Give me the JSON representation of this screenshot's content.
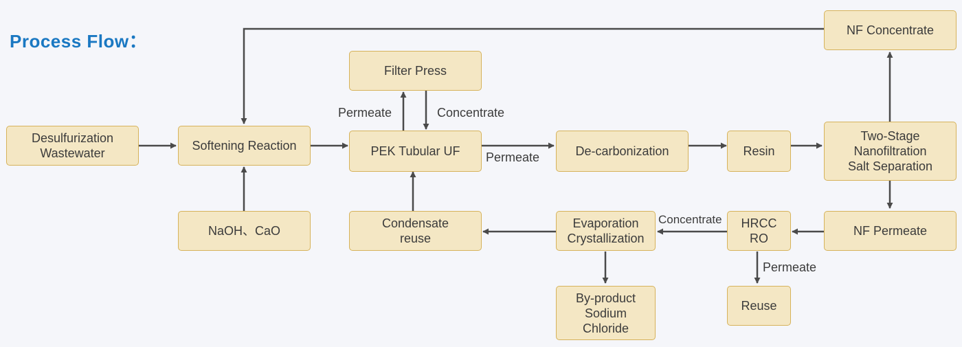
{
  "title": "Process Flow：",
  "nodes": {
    "desulfurization": "Desulfurization\nWastewater",
    "softening": "Softening Reaction",
    "naoh_cao": "NaOH、CaO",
    "filter_press": "Filter Press",
    "pek_uf": "PEK Tubular UF",
    "condensate": "Condensate\nreuse",
    "decarbonization": "De-carbonization",
    "resin": "Resin",
    "nf_separation": "Two-Stage\nNanofiltration\nSalt Separation",
    "nf_concentrate": "NF Concentrate",
    "nf_permeate": "NF Permeate",
    "hrcc_ro": "HRCC RO",
    "reuse": "Reuse",
    "evaporation": "Evaporation\nCrystallization",
    "byproduct": "By-product\nSodium\nChloride"
  },
  "edge_labels": {
    "uf_to_press": "Permeate",
    "press_to_uf": "Concentrate",
    "uf_to_decarb": "Permeate",
    "ro_to_evap": "Concentrate",
    "ro_to_reuse": "Permeate"
  },
  "colors": {
    "node_fill": "#f4e7c4",
    "node_border": "#d6b25a",
    "arrow": "#4a4a4a",
    "title": "#1a78c2"
  }
}
